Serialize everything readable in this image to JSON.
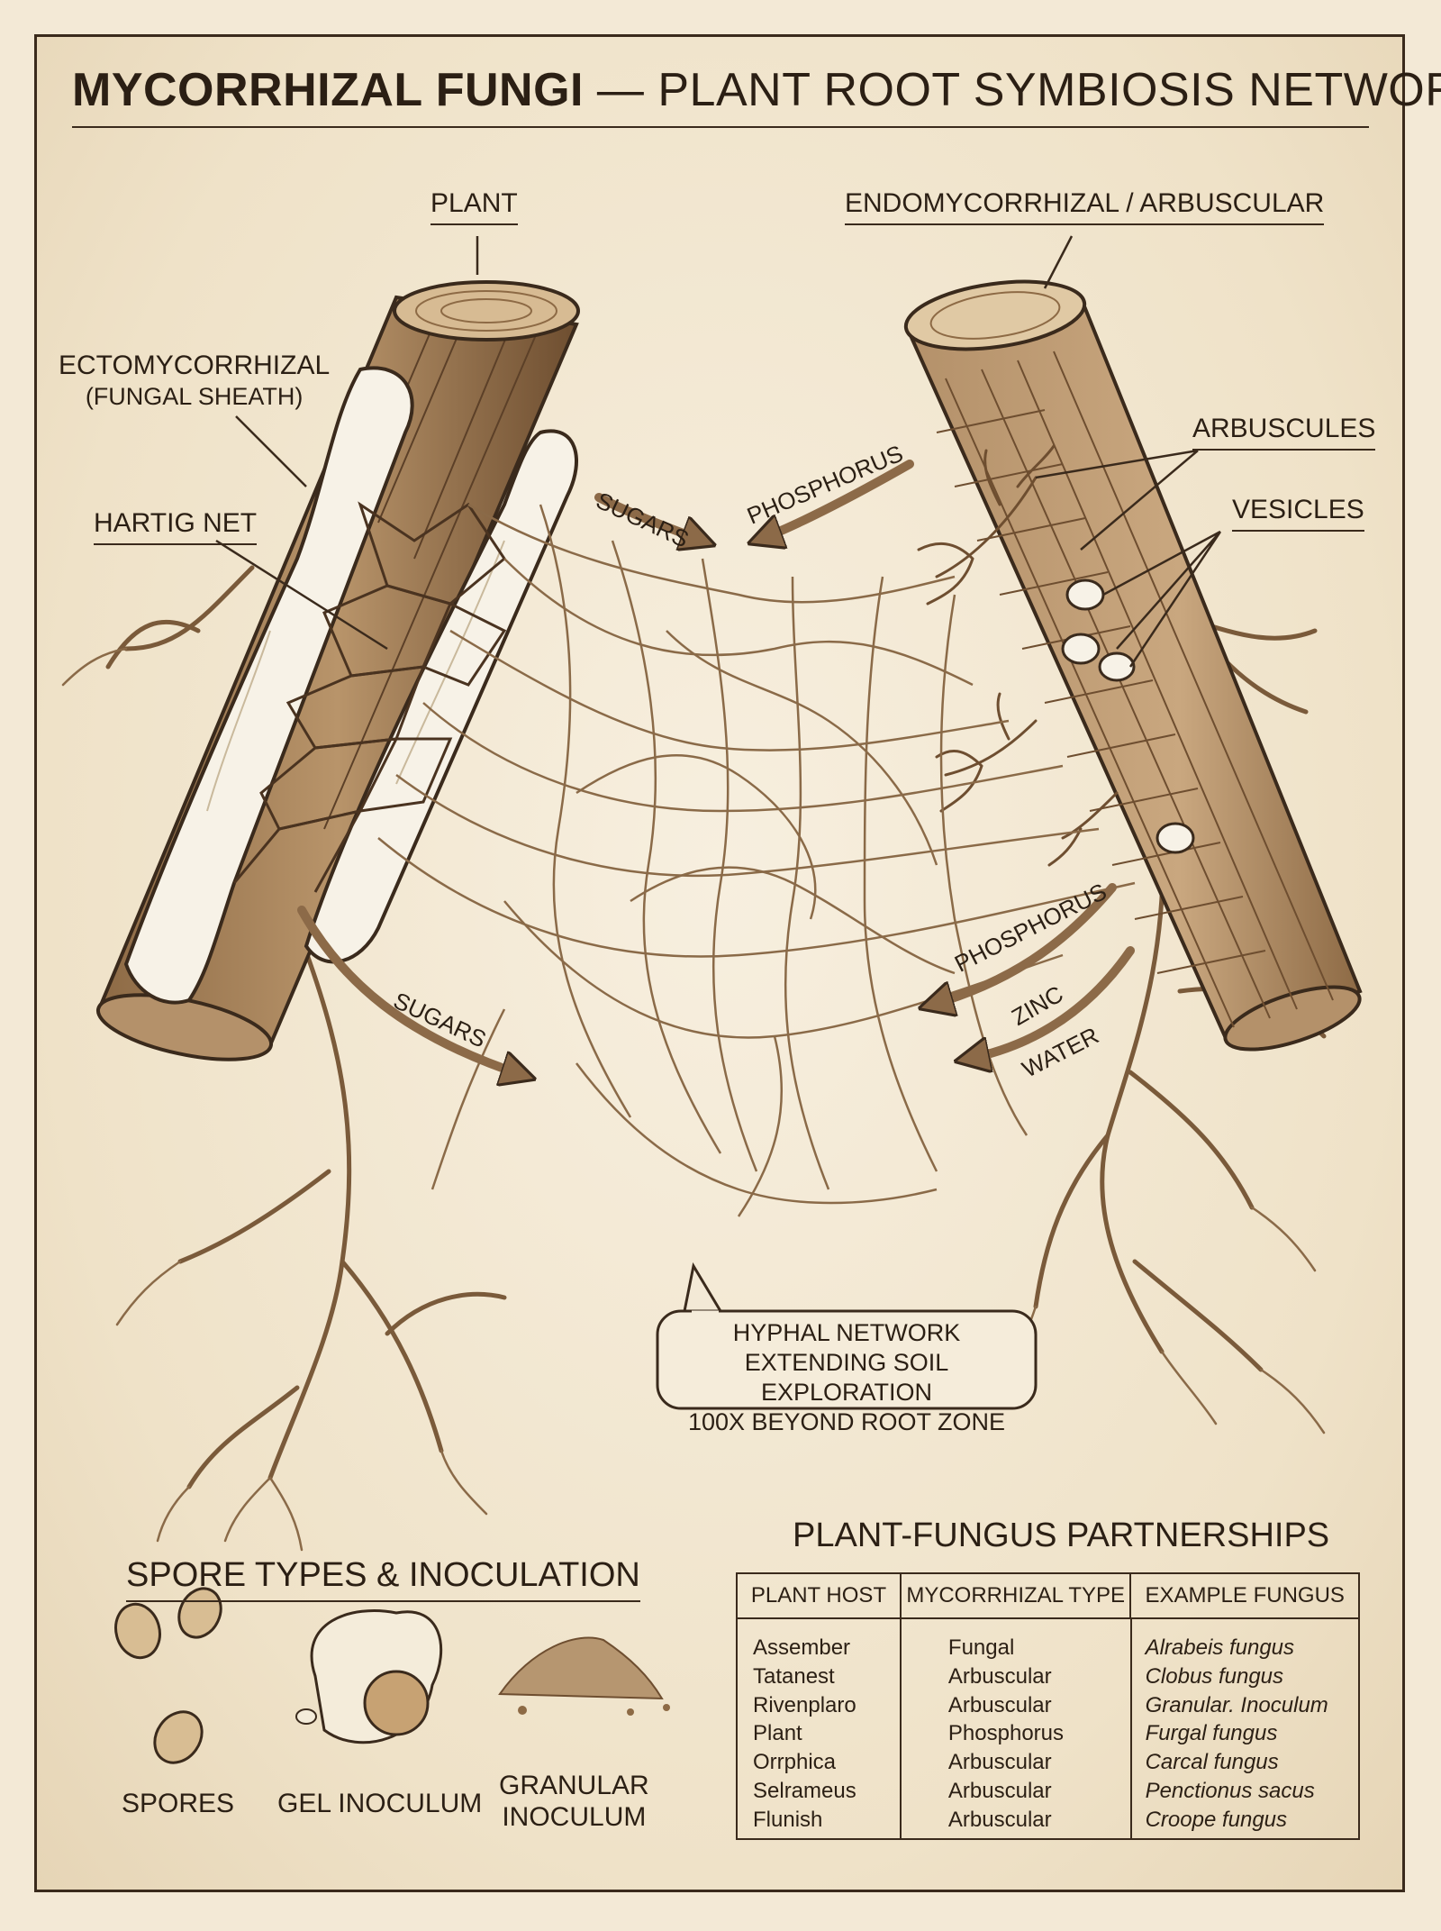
{
  "header": {
    "title_bold": "MYCORRHIZAL FUNGI",
    "title_rest": "— PLANT ROOT SYMBIOSIS NETWORK"
  },
  "diagram_labels": {
    "plant": "PLANT",
    "endo": "ENDOMYCORRHIZAL / ARBUSCULAR",
    "ecto_line1": "ECTOMYCORRHIZAL",
    "ecto_line2": "(FUNGAL SHEATH)",
    "hartig": "HARTIG NET",
    "arbuscules": "ARBUSCULES",
    "vesicles": "VESICLES"
  },
  "flow_labels": {
    "sugars_top": "SUGARS",
    "phosphorus_top": "PHOSPHORUS",
    "sugars_bottom": "SUGARS",
    "phosphorus_bottom": "PHOSPHORUS",
    "zinc": "ZINC",
    "water": "WATER"
  },
  "callout": {
    "line1": "HYPHAL NETWORK",
    "line2": "EXTENDING SOIL EXPLORATION",
    "line3": "100X BEYOND ROOT ZONE"
  },
  "spores": {
    "title": "SPORE TYPES & INOCULATION",
    "items": [
      {
        "label": "SPORES"
      },
      {
        "label": "GEL INOCULUM"
      },
      {
        "label_line1": "GRANULAR",
        "label_line2": "INOCULUM"
      }
    ]
  },
  "partnerships": {
    "title": "PLANT-FUNGUS PARTNERSHIPS",
    "headers": [
      "PLANT HOST",
      "MYCORRHIZAL TYPE",
      "EXAMPLE FUNGUS"
    ],
    "hosts": [
      "Assember",
      "Tatanest",
      "Rivenplaro",
      "Plant",
      "Orrphica",
      "Selrameus",
      "Flunish"
    ],
    "types": [
      "Fungal",
      "Arbuscular",
      "Arbuscular",
      "Phosphorus",
      "Arbuscular",
      "Arbuscular",
      "Arbuscular"
    ],
    "fungi": [
      "Alrabeis fungus",
      "Clobus fungus",
      "Granular. Inoculum",
      "Furgal fungus",
      "Carcal fungus",
      "Penctionus sacus",
      "Croope fungus"
    ]
  },
  "colors": {
    "ink": "#2b1f14",
    "parchment": "#f3e9d6",
    "root_wood": "#a47e55",
    "root_dark": "#6e4e30",
    "fungal_sheath": "#f6f1e6",
    "hyphae": "#8a6a48",
    "arrow": "#8c6a48"
  }
}
